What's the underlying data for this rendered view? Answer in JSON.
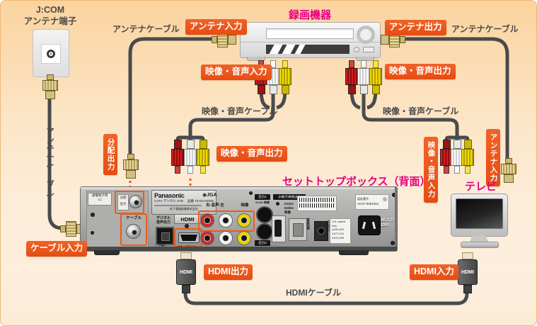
{
  "colors": {
    "accent_orange": "#e9531d",
    "magenta": "#e4007f",
    "label_gray": "#4a4a4a",
    "cable_dark": "#494a4c",
    "dotted_orange": "#ed5a1a",
    "gold": "#d9c489",
    "gold_dark": "#70602a",
    "rca_red": "#c32020",
    "rca_white": "#f5f5f5",
    "rca_yellow": "#ecd600"
  },
  "wall_terminal": {
    "line1": "J:COM",
    "line2": "アンテナ端子"
  },
  "titles": {
    "recorder": "録画機器",
    "stb": "セットトップボックス（背面）",
    "tv": "テレビ"
  },
  "badges": {
    "antenna_in": "アンテナ入力",
    "antenna_out": "アンテナ出力",
    "av_in": "映像・音声入力",
    "av_out": "映像・音声出力",
    "dist_out": "分配出力",
    "cable_in": "ケーブル入力",
    "hdmi_out": "HDMI出力",
    "hdmi_in": "HDMI入力"
  },
  "cable_labels": {
    "antenna": "アンテナケーブル",
    "av": "映像・音声ケーブル",
    "hdmi": "HDMIケーブル"
  },
  "hdmi_plug": "HDMI",
  "stb_panel": {
    "brand": "Panasonic",
    "brand_line2": "CATV デジタル STB",
    "model_label": "品番",
    "model": "TZ-DCH2000",
    "maker": "松下電器産業株式会社",
    "power_label": "通電端子用",
    "dist_l1": "分配",
    "dist_l2": "出力",
    "cable": "ケーブル",
    "dig1": "デジタル",
    "dig2": "音声出力",
    "hikari": "（光）",
    "hdmi": "HDMI",
    "hdmi_sub": "映像・音声出力",
    "jga": "JGA",
    "audio": "右-音声-左",
    "video": "映像",
    "out1": "出力1",
    "out2": "出力2",
    "svideo": "S1/S2 映像",
    "d_header": "(D端子)映像出力",
    "d1": "D1/D2",
    "d2": "D3/D4",
    "d3": "映像",
    "phone": "電話回線",
    "system": "システム",
    "patent1": "U.S. patent",
    "patent2": "Nos.",
    "patent3": "4,631,603",
    "patent4": "4,577,216",
    "patent5": "4,819,098",
    "cert1": "認証番号",
    "cert2": "AC07-0051001",
    "ac": "AC入力100V"
  }
}
